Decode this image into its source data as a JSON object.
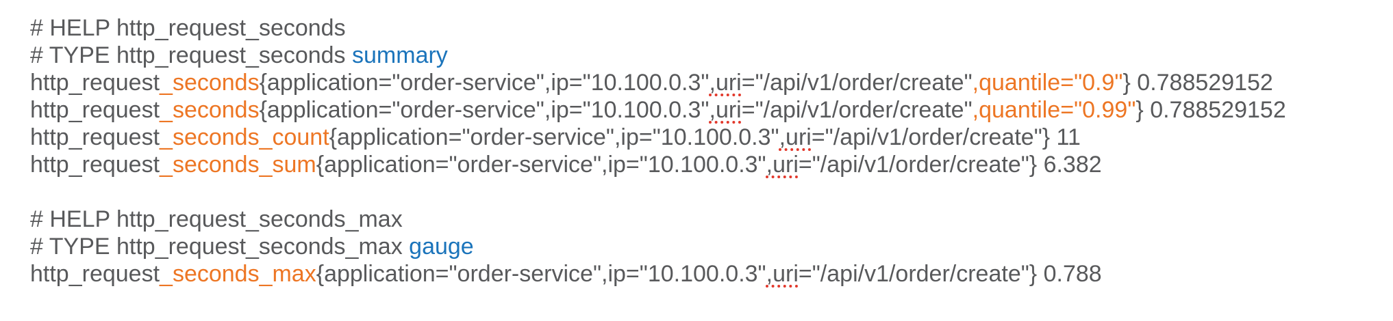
{
  "page": {
    "background": "#ffffff",
    "colors": {
      "text": "#58595b",
      "type_keyword": "#1b74bb",
      "metric_highlight": "#ed7624",
      "spellcheck_underline": "#e2382b"
    }
  },
  "metrics_output": {
    "lines": [
      {
        "name": "help-line-http-request-seconds",
        "segments": [
          {
            "n": "help-comment",
            "s": "text",
            "t": "# HELP http_request_seconds"
          }
        ]
      },
      {
        "name": "type-line-http-request-seconds",
        "segments": [
          {
            "n": "type-comment",
            "s": "text",
            "t": "# TYPE http_request_seconds "
          },
          {
            "n": "metric-type-summary",
            "s": "keyword",
            "t": "summary"
          }
        ]
      },
      {
        "name": "metric-line-quantile-09",
        "segments": [
          {
            "n": "metric-name-prefix",
            "s": "text",
            "t": "http_request"
          },
          {
            "n": "metric-name-suffix-highlighted",
            "s": "highlight",
            "t": "_seconds"
          },
          {
            "n": "labels-part",
            "s": "text",
            "t": "{application=\"order-service\",ip=\"10.100.0.3\""
          },
          {
            "n": "uri-label-misspelled",
            "s": "misspell",
            "t": ",uri"
          },
          {
            "n": "uri-label-value",
            "s": "text",
            "t": "=\"/api/v1/order/create\""
          },
          {
            "n": "quantile-label-highlighted",
            "s": "highlight",
            "t": ",quantile=\"0.9\""
          },
          {
            "n": "metric-value",
            "s": "text",
            "t": "} 0.788529152"
          }
        ]
      },
      {
        "name": "metric-line-quantile-099",
        "segments": [
          {
            "n": "metric-name-prefix",
            "s": "text",
            "t": "http_request"
          },
          {
            "n": "metric-name-suffix-highlighted",
            "s": "highlight",
            "t": "_seconds"
          },
          {
            "n": "labels-part",
            "s": "text",
            "t": "{application=\"order-service\",ip=\"10.100.0.3\""
          },
          {
            "n": "uri-label-misspelled",
            "s": "misspell",
            "t": ",uri"
          },
          {
            "n": "uri-label-value",
            "s": "text",
            "t": "=\"/api/v1/order/create\""
          },
          {
            "n": "quantile-label-highlighted",
            "s": "highlight",
            "t": ",quantile=\"0.99\""
          },
          {
            "n": "metric-value",
            "s": "text",
            "t": "} 0.788529152"
          }
        ]
      },
      {
        "name": "metric-line-count",
        "segments": [
          {
            "n": "metric-name-prefix",
            "s": "text",
            "t": "http_request"
          },
          {
            "n": "metric-name-suffix-highlighted",
            "s": "highlight",
            "t": "_seconds_count"
          },
          {
            "n": "labels-part",
            "s": "text",
            "t": "{application=\"order-service\",ip=\"10.100.0.3\""
          },
          {
            "n": "uri-label-misspelled",
            "s": "misspell",
            "t": ",uri"
          },
          {
            "n": "uri-label-value-and-metric-value",
            "s": "text",
            "t": "=\"/api/v1/order/create\"} 11"
          }
        ]
      },
      {
        "name": "metric-line-sum",
        "segments": [
          {
            "n": "metric-name-prefix",
            "s": "text",
            "t": "http_request"
          },
          {
            "n": "metric-name-suffix-highlighted",
            "s": "highlight",
            "t": "_seconds_sum"
          },
          {
            "n": "labels-part",
            "s": "text",
            "t": "{application=\"order-service\",ip=\"10.100.0.3\""
          },
          {
            "n": "uri-label-misspelled",
            "s": "misspell",
            "t": ",uri"
          },
          {
            "n": "uri-label-value-and-metric-value",
            "s": "text",
            "t": "=\"/api/v1/order/create\"} 6.382"
          }
        ]
      },
      {
        "name": "blank-line",
        "segments": []
      },
      {
        "name": "help-line-http-request-seconds-max",
        "segments": [
          {
            "n": "help-comment",
            "s": "text",
            "t": "# HELP http_request_seconds_max"
          }
        ]
      },
      {
        "name": "type-line-http-request-seconds-max",
        "segments": [
          {
            "n": "type-comment",
            "s": "text",
            "t": "# TYPE http_request_seconds_max "
          },
          {
            "n": "metric-type-gauge",
            "s": "keyword",
            "t": "gauge"
          }
        ]
      },
      {
        "name": "metric-line-max",
        "segments": [
          {
            "n": "metric-name-prefix",
            "s": "text",
            "t": "http_request"
          },
          {
            "n": "metric-name-suffix-highlighted",
            "s": "highlight",
            "t": "_seconds_max"
          },
          {
            "n": "labels-part",
            "s": "text",
            "t": "{application=\"order-service\",ip=\"10.100.0.3\""
          },
          {
            "n": "uri-label-misspelled",
            "s": "misspell",
            "t": ",uri"
          },
          {
            "n": "uri-label-value-and-metric-value",
            "s": "text",
            "t": "=\"/api/v1/order/create\"} 0.788"
          }
        ]
      }
    ]
  }
}
